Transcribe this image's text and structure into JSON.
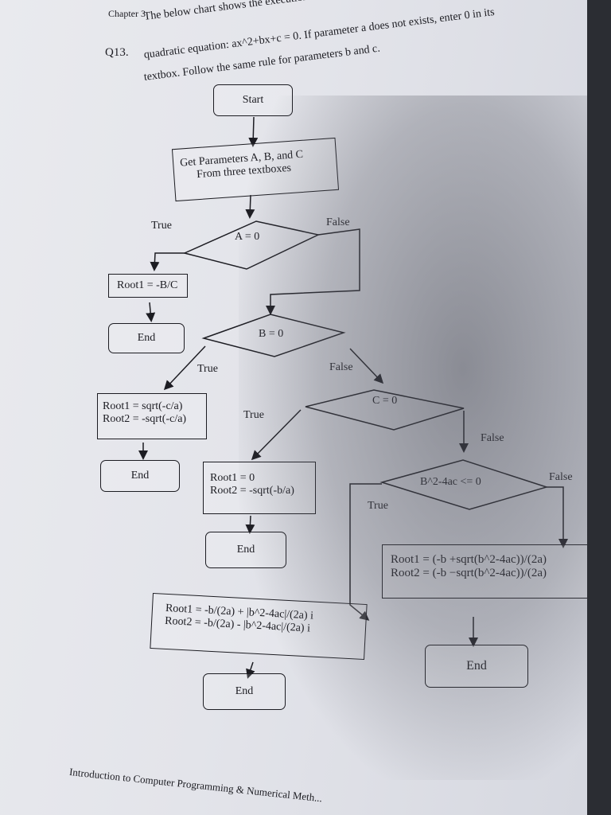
{
  "header": {
    "chapter": "Chapter 3"
  },
  "question": {
    "number": "Q13.",
    "line1": "The below chart shows the execution flow that determines the roots of a",
    "line2": "quadratic equation: ax^2+bx+c = 0. If parameter a does not exists, enter 0 in its",
    "line3": "textbox. Follow the same rule for parameters b and c."
  },
  "flowchart": {
    "start": "Start",
    "get_params_line1": "Get Parameters A, B, and C",
    "get_params_line2": "From three textboxes",
    "decision_a": "A = 0",
    "decision_b": "B = 0",
    "decision_c": "C = 0",
    "decision_disc": "B^2-4ac <= 0",
    "true_a": "True",
    "false_a": "False",
    "true_b": "True",
    "false_b": "False",
    "true_c": "True",
    "false_c": "False",
    "true_disc": "True",
    "false_disc": "False",
    "root_bc": "Root1 = -B/C",
    "root_sqrt_line1": "Root1 = sqrt(-c/a)",
    "root_sqrt_line2": "Root2 = -sqrt(-c/a)",
    "root_zero_line1": "Root1 = 0",
    "root_zero_line2": "Root2 = -sqrt(-b/a)",
    "root_real_line1": "Root1 = (-b +sqrt(b^2-4ac))/(2a)",
    "root_real_line2": "Root2 = (-b −sqrt(b^2-4ac))/(2a)",
    "root_complex_line1": "Root1 = -b/(2a) + |b^2-4ac|/(2a) i",
    "root_complex_line2": "Root2 = -b/(2a) - |b^2-4ac|/(2a) i",
    "end": "End"
  },
  "footer": {
    "text": "Introduction to Computer Programming & Numerical Meth..."
  }
}
